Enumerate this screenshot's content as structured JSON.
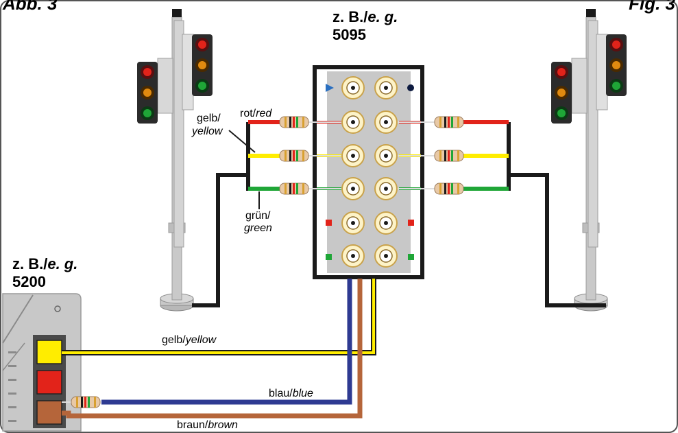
{
  "header": {
    "left_title": "Abb. 3",
    "right_title": "Fig. 3"
  },
  "module_5095": {
    "eg_prefix": "z. B./",
    "eg_suffix": "e. g.",
    "number": "5095"
  },
  "module_5200": {
    "eg_prefix": "z. B./",
    "eg_suffix": "e. g.",
    "number": "5200"
  },
  "wire_labels": {
    "red_de": "rot/",
    "red_en": "red",
    "yellow_de": "gelb/",
    "yellow_en": "yellow",
    "green_de": "grün/",
    "green_en": "green",
    "yellow_bottom_de": "gelb/",
    "yellow_bottom_en": "yellow",
    "blue_de": "blau/",
    "blue_en": "blue",
    "brown_de": "braun/",
    "brown_en": "brown"
  },
  "colors": {
    "red": "#e2231a",
    "yellow": "#ffed00",
    "green": "#1fa637",
    "blue": "#2e3a92",
    "brown": "#b5653a",
    "black": "#1a1a1a",
    "gray": "#c8c8c8",
    "socket": "#fdf3c8",
    "marker_blue": "#2a6fc0",
    "marker_navy": "#0d1a40"
  },
  "icons": [
    "traffic-light-icon",
    "resistor-icon",
    "socket-icon",
    "triangle-marker-icon",
    "dot-marker-icon"
  ]
}
